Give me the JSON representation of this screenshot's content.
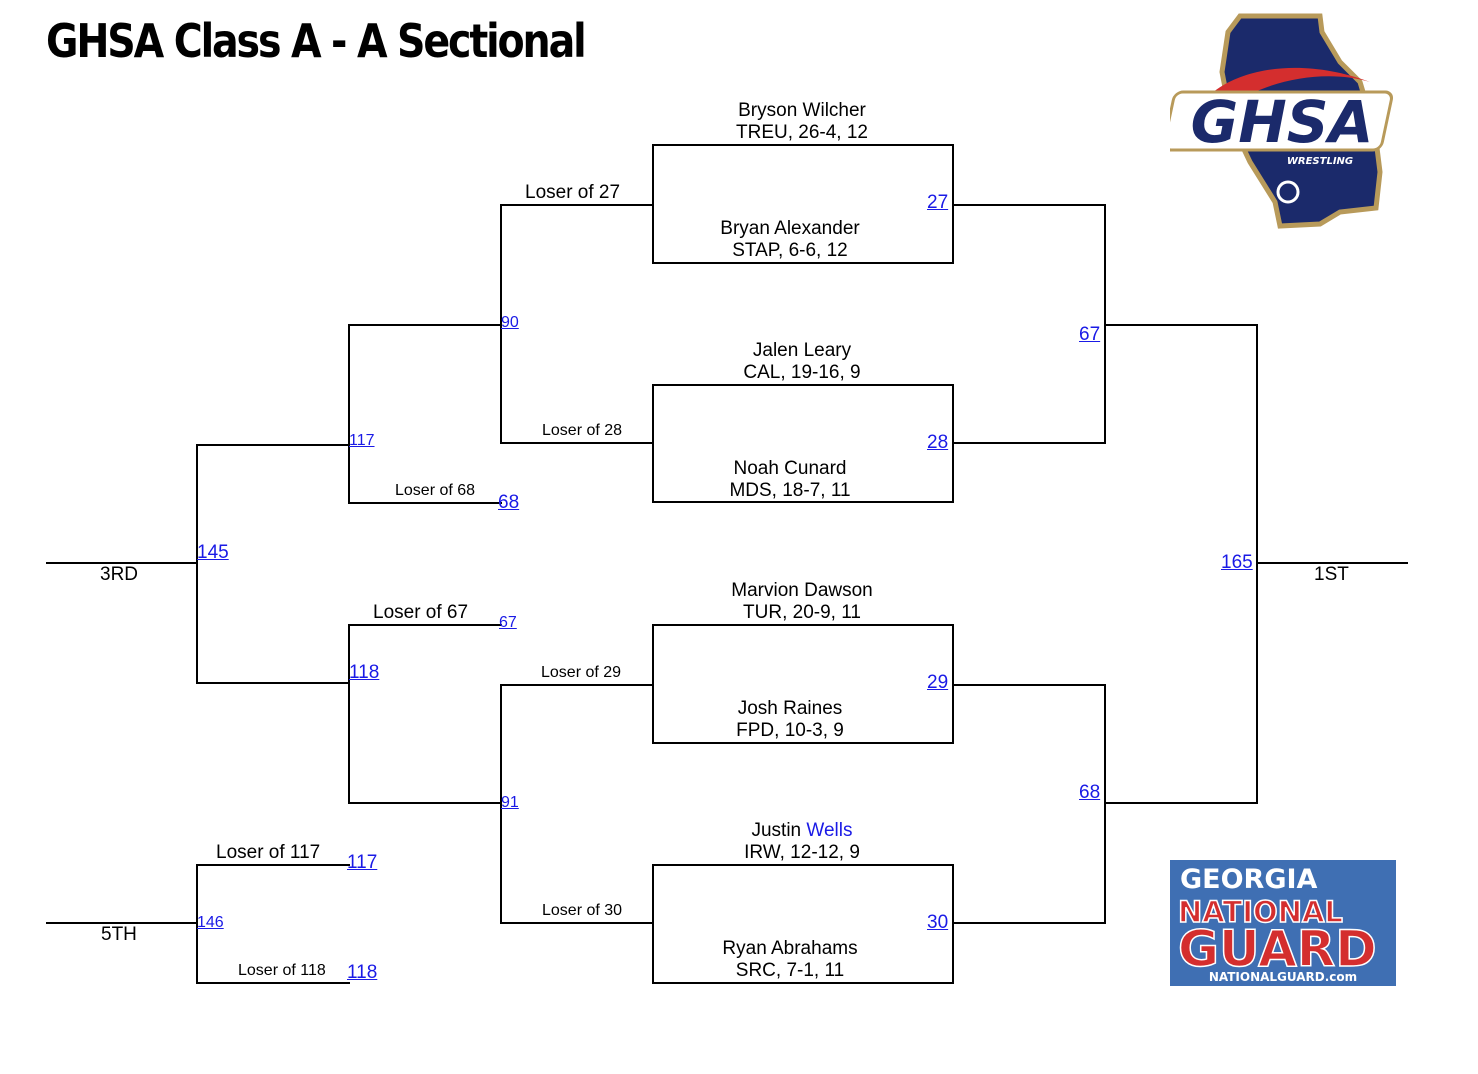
{
  "title": "GHSA Class A - A Sectional",
  "logo": {
    "text": "GHSA",
    "sub": "WRESTLING",
    "colors": {
      "navy": "#1b2a6b",
      "red": "#d42e2e",
      "gold": "#b89a5a"
    }
  },
  "sponsor": {
    "line1": "GEORGIA",
    "line2": "NATIONAL",
    "line3": "GUARD",
    "line4": "NATIONALGUARD.com"
  },
  "wrestlers": {
    "w1": {
      "name": "Bryson Wilcher",
      "info": "TREU, 26-4, 12"
    },
    "w2": {
      "name": "Bryan Alexander",
      "info": "STAP, 6-6, 12"
    },
    "w3": {
      "name": "Jalen Leary",
      "info": "CAL, 19-16, 9"
    },
    "w4": {
      "name": "Noah Cunard",
      "info": "MDS, 18-7, 11"
    },
    "w5": {
      "name": "Marvion Dawson",
      "info": "TUR, 20-9, 11"
    },
    "w6": {
      "name": "Josh Raines",
      "info": "FPD, 10-3, 9"
    },
    "w7": {
      "first": "Justin",
      "last": "Wells",
      "info": "IRW, 12-12, 9"
    },
    "w8": {
      "name": "Ryan Abrahams",
      "info": "SRC, 7-1, 11"
    }
  },
  "matches": {
    "m27": "27",
    "m28": "28",
    "m29": "29",
    "m30": "30",
    "m67": "67",
    "m68": "68",
    "m165": "165",
    "m90": "90",
    "m91": "91",
    "m117": "117",
    "m118": "118",
    "m145": "145",
    "m146": "146",
    "l68": "68",
    "l67": "67",
    "l117": "117",
    "l118": "118"
  },
  "loser_labels": {
    "l27": "Loser of 27",
    "l28": "Loser of 28",
    "l29": "Loser of 29",
    "l30": "Loser of 30",
    "l68": "Loser of 68",
    "l67": "Loser of 67",
    "l117": "Loser of 117",
    "l118": "Loser of 118"
  },
  "places": {
    "first": "1ST",
    "third": "3RD",
    "fifth": "5TH"
  }
}
